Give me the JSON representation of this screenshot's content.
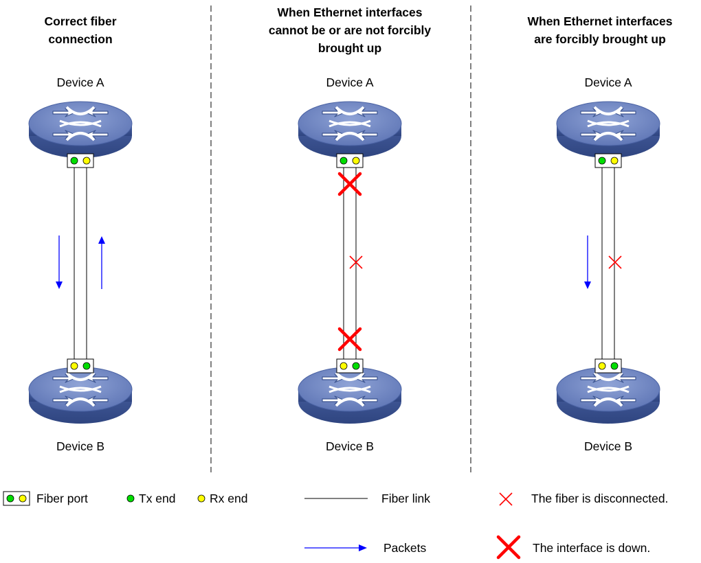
{
  "panels": [
    {
      "title_lines": [
        "Correct fiber",
        "connection"
      ],
      "device_top": "Device A",
      "device_bottom": "Device B"
    },
    {
      "title_lines": [
        "When Ethernet interfaces",
        "cannot be or are not forcibly",
        "brought up"
      ],
      "device_top": "Device A",
      "device_bottom": "Device B"
    },
    {
      "title_lines": [
        "When Ethernet interfaces",
        "are forcibly brought up"
      ],
      "device_top": "Device A",
      "device_bottom": "Device B"
    }
  ],
  "legend": {
    "fiber_port": "Fiber port",
    "tx_end": "Tx end",
    "rx_end": "Rx end",
    "fiber_link": "Fiber link",
    "packets": "Packets",
    "fiber_disconnected": "The fiber is disconnected.",
    "interface_down": "The interface is down."
  },
  "colors": {
    "tx": "#00dd00",
    "rx": "#ffff00",
    "packet_arrow": "#0000ff",
    "cross": "#ff0000",
    "device_top": "#6f86c2",
    "device_side": "#3d5591"
  }
}
